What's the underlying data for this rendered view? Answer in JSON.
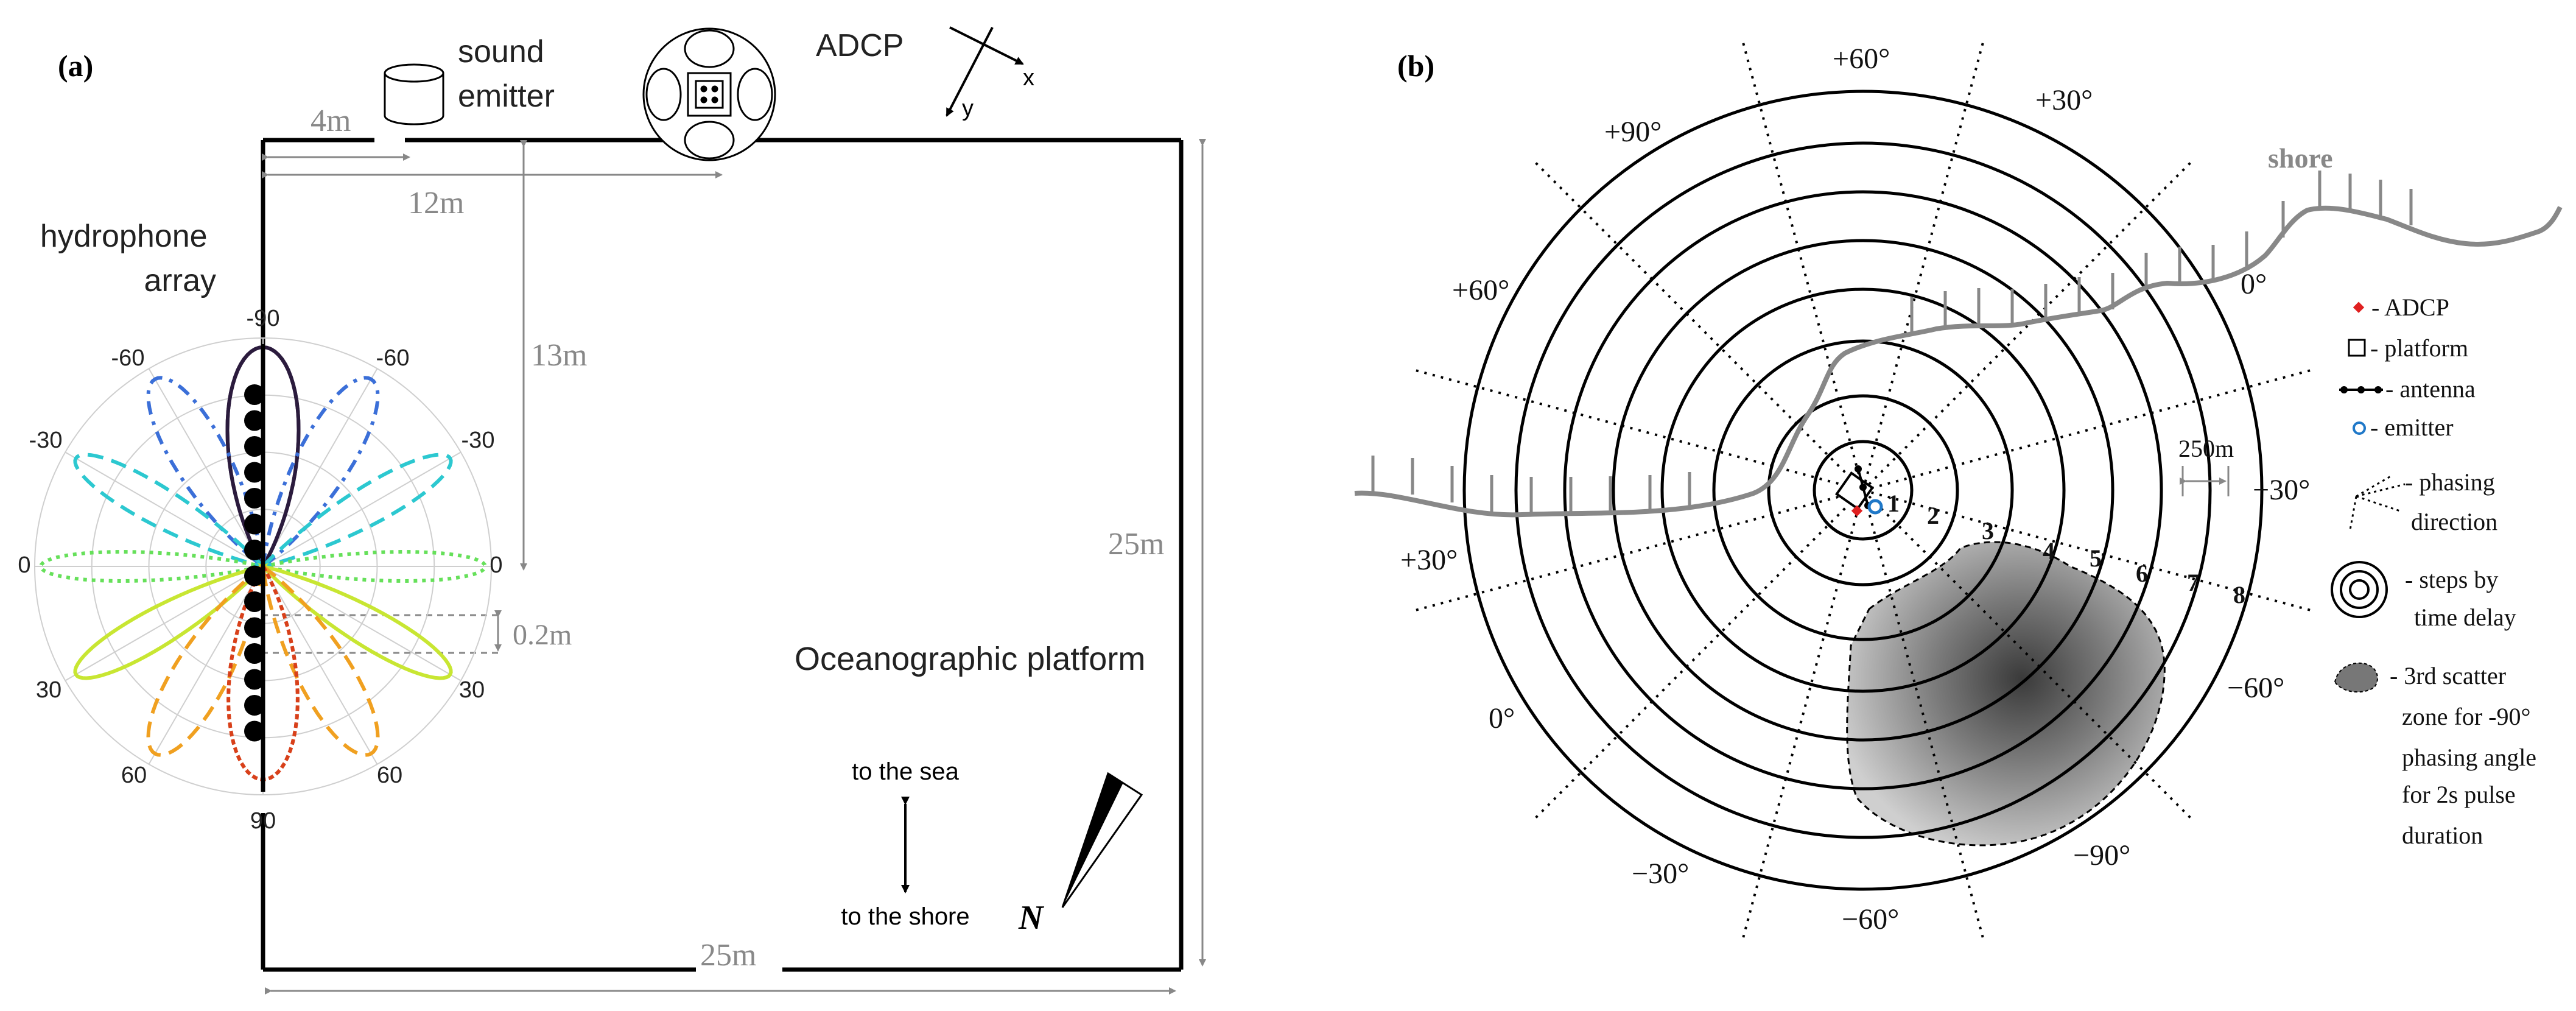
{
  "panel_a": {
    "label": "(a)",
    "sound_emitter_label": [
      "sound",
      "emitter"
    ],
    "adcp_label": "ADCP",
    "axis_x": "x",
    "axis_y": "y",
    "hydrophone_label": [
      "hydrophone",
      "array"
    ],
    "dim_4m": "4m",
    "dim_12m": "12m",
    "dim_13m": "13m",
    "dim_25m_right": "25m",
    "dim_25m_bottom": "25m",
    "dim_spacing": "0.2m",
    "polar_ticks": {
      "top": "-90",
      "bottom": "90",
      "left_60": "-60",
      "right_60": "-60",
      "left_30": "-30",
      "right_30": "-30",
      "left_0": "0",
      "right_0": "0",
      "left_p30": "30",
      "right_p30": "30",
      "left_p60": "60",
      "right_p60": "60"
    },
    "platform_label": "Oceanographic platform",
    "to_the_sea": "to the sea",
    "to_the_shore": "to the shore",
    "north_label": "N",
    "hydrophone_count": 14,
    "beam_colors": {
      "m90": "#2b1b3d",
      "m60": "#3b6fd8",
      "m30": "#2cc8d0",
      "b0": "#66e05a",
      "p30": "#c8e632",
      "p60": "#f0a020",
      "p90": "#d8401a"
    }
  },
  "panel_b": {
    "label": "(b)",
    "shore_label": "shore",
    "direction_labels": {
      "d1": "+60°",
      "d2": "+30°",
      "d3": "+90°",
      "d4": "+60°",
      "d5": "0°",
      "d6": "+30°",
      "d7": "0°",
      "d8": "−30°",
      "d9": "−30°",
      "d10": "−60°",
      "d11": "−60°",
      "d12": "−90°"
    },
    "step_numbers": [
      "1",
      "2",
      "3",
      "4",
      "5",
      "6",
      "7",
      "8"
    ],
    "scale_label": "250m",
    "legend": {
      "adcp": "-  ADCP",
      "platform": "- platform",
      "antenna": "- antenna",
      "emitter": "-  emitter",
      "phasing": [
        "- phasing",
        "direction"
      ],
      "steps": [
        "- steps by",
        "time delay"
      ],
      "scatter": [
        "- 3rd scatter",
        "zone for -90°",
        "phasing angle",
        "for 2s pulse",
        "duration"
      ]
    },
    "colors": {
      "adcp": "#e02020",
      "emitter": "#1f78c8",
      "shore": "#888888"
    }
  }
}
